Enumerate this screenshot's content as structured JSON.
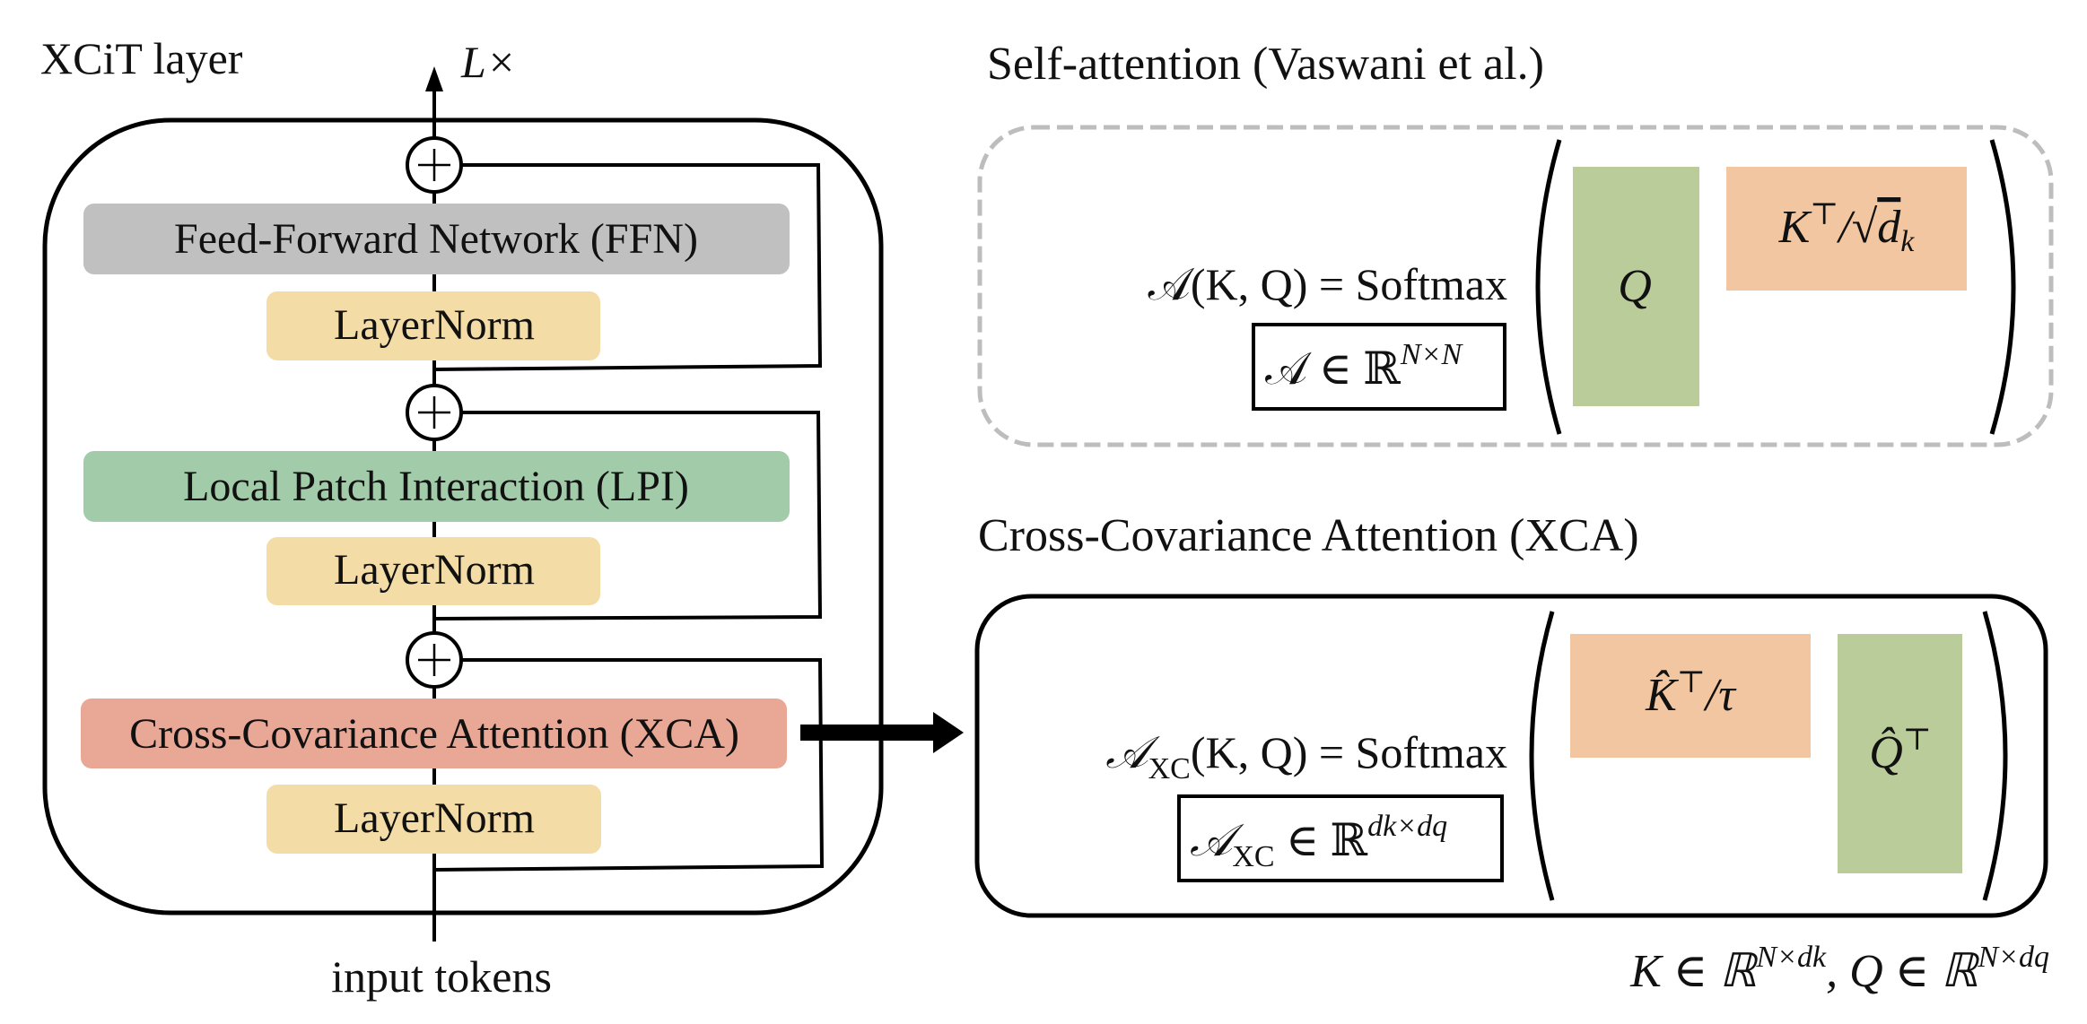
{
  "left_panel": {
    "title": "XCiT layer",
    "repeat_label": "L×",
    "input_label": "input tokens",
    "blocks": {
      "ffn": {
        "label": "Feed-Forward Network (FFN)",
        "color": "#c0c0c0"
      },
      "layernorm_1": {
        "label": "LayerNorm",
        "color": "#f4dca6"
      },
      "lpi": {
        "label": "Local Patch Interaction (LPI)",
        "color": "#a1cba9"
      },
      "layernorm_2": {
        "label": "LayerNorm",
        "color": "#f4dca6"
      },
      "xca": {
        "label": "Cross-Covariance Attention (XCA)",
        "color": "#e9a796"
      },
      "layernorm_3": {
        "label": "LayerNorm",
        "color": "#f4dca6"
      }
    },
    "plus_symbol": "+"
  },
  "self_attention": {
    "title": "Self-attention (Vaswani et al.)",
    "lhs": "𝒜(K, Q) = Softmax",
    "dim_box": "𝒜 ∈ ℝ",
    "dim_sup": "N×N",
    "q_block": {
      "label": "Q",
      "color": "#bbcc9b"
    },
    "k_block": {
      "label": "K",
      "sup": "⊤",
      "suffix": "/√",
      "sub_var": "d",
      "sub": "k",
      "color": "#f1c6a0"
    },
    "border_color": "#bdbdbd"
  },
  "xca": {
    "title": "Cross-Covariance Attention (XCA)",
    "lhs_main": "𝒜",
    "lhs_sub": "XC",
    "lhs_rest": "(K, Q) = Softmax",
    "dim_box_main": "𝒜",
    "dim_box_sub": "XC",
    "dim_box_rest": " ∈ ℝ",
    "dim_sup": "dk×dq",
    "k_block": {
      "label": "K̂",
      "sup": "⊤",
      "suffix": "/τ",
      "color": "#f1c6a0"
    },
    "q_block": {
      "label": "Q̂",
      "sup": "⊤",
      "color": "#bbcc9b"
    }
  },
  "footnote": {
    "k_part": "K ∈ ℝ",
    "k_sup": "N×dk",
    "sep": ", ",
    "q_part": "Q ∈ ℝ",
    "q_sup": "N×dq"
  }
}
